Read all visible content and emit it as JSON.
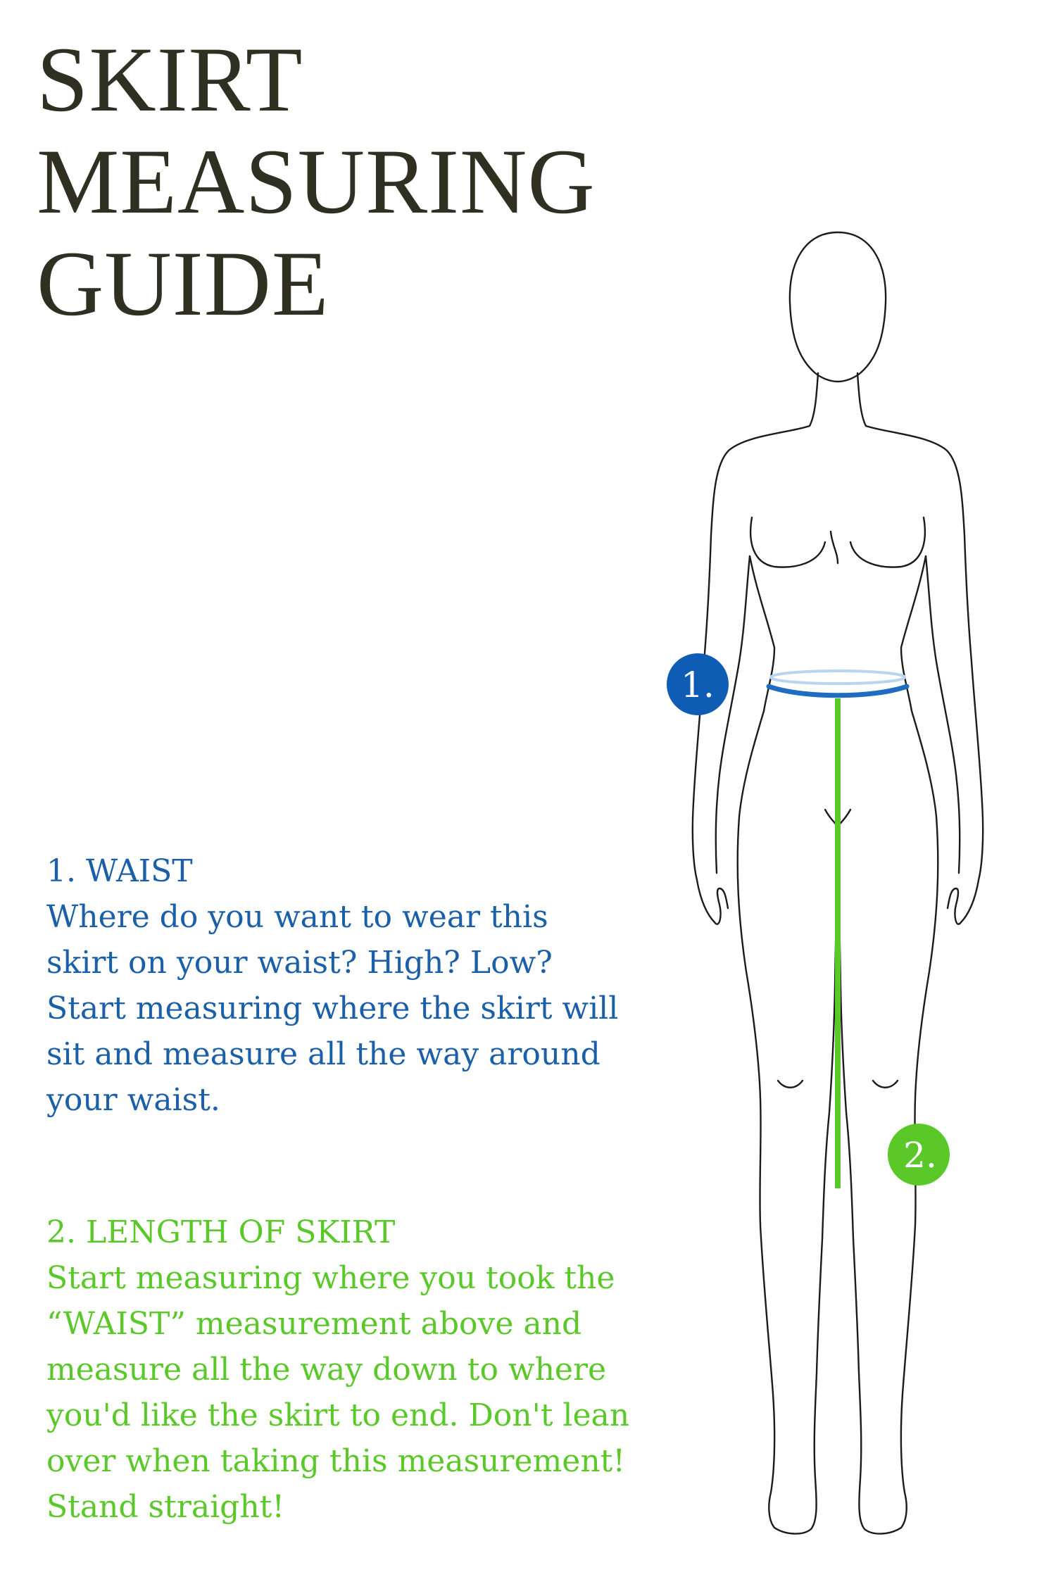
{
  "title": {
    "line1": "SKIRT",
    "line2": "MEASURING",
    "line3": "GUIDE"
  },
  "waist": {
    "heading": "1. WAIST",
    "line1": "Where do you want to wear this",
    "line2": "skirt on your waist? High? Low?",
    "line3": "Start measuring where the skirt will",
    "line4": "sit and measure all the way around",
    "line5": "your waist."
  },
  "length": {
    "heading": "2. LENGTH OF SKIRT",
    "line1": "Start measuring where you took the",
    "line2": "“WAIST” measurement above and",
    "line3": "measure all the way down to where",
    "line4": "you'd like the skirt to end. Don't lean",
    "line5": "over when taking this measurement!",
    "line6": "Stand straight!"
  },
  "markers": {
    "waist": "1.",
    "length": "2."
  },
  "colors": {
    "title": "#2f2f22",
    "waist_blue": "#1a5fa8",
    "badge_blue": "#0f5cb5",
    "length_green": "#5ac828",
    "outline": "#1b1b1b"
  },
  "icons": {
    "figure": "fashion-croquis-figure",
    "waist-line": "waist-measure-line",
    "length-line": "length-measure-line"
  }
}
